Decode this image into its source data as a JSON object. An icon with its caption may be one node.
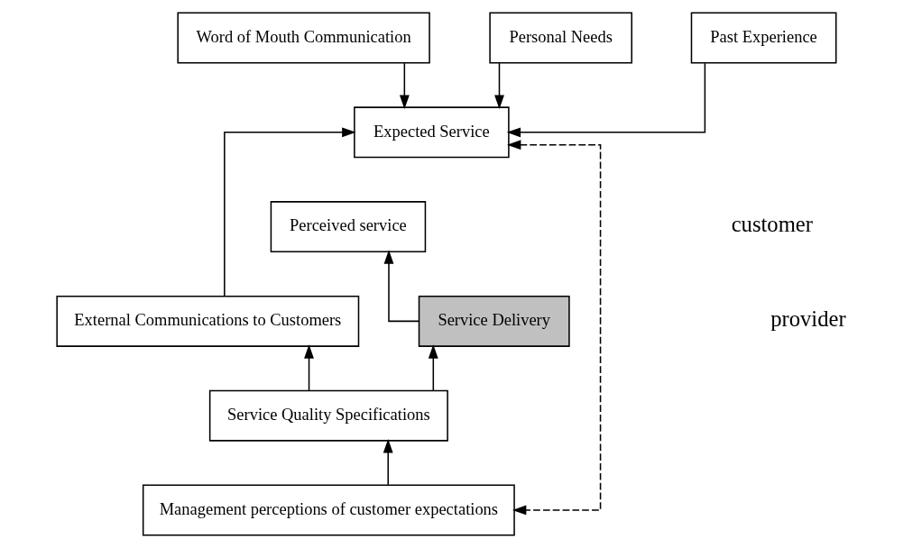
{
  "diagram": {
    "nodes": [
      {
        "text": [
          "Word of Mouth Communication"
        ]
      },
      {
        "text": [
          "Personal Needs"
        ]
      },
      {
        "text": [
          "Past Experience"
        ]
      },
      {
        "text": [
          "Expected Service"
        ]
      },
      {
        "text": [
          "Perceived service"
        ]
      },
      {
        "text": [
          "Service Delivery"
        ]
      },
      {
        "text": [
          "External Communications to Customers"
        ]
      },
      {
        "text": [
          "Service Quality Specifications"
        ]
      },
      {
        "text": [
          "Management perceptions of customer expectations"
        ]
      }
    ],
    "edges": [
      {
        "from": 0,
        "to": 3,
        "arrow": "to"
      },
      {
        "from": 1,
        "to": 3,
        "arrow": "to"
      },
      {
        "from": 2,
        "to": 3,
        "arrow": "to"
      },
      {
        "from": 3,
        "to": 8,
        "arrow": "both",
        "style": "dashed"
      },
      {
        "from": 6,
        "to": 3,
        "arrow": "to"
      },
      {
        "from": 5,
        "to": 4,
        "arrow": "to"
      },
      {
        "from": 7,
        "to": 5,
        "arrow": "to"
      },
      {
        "from": 7,
        "to": 6,
        "arrow": "to"
      },
      {
        "from": 8,
        "to": 7,
        "arrow": "to"
      }
    ],
    "labels": [
      "customer",
      "provider"
    ]
  }
}
